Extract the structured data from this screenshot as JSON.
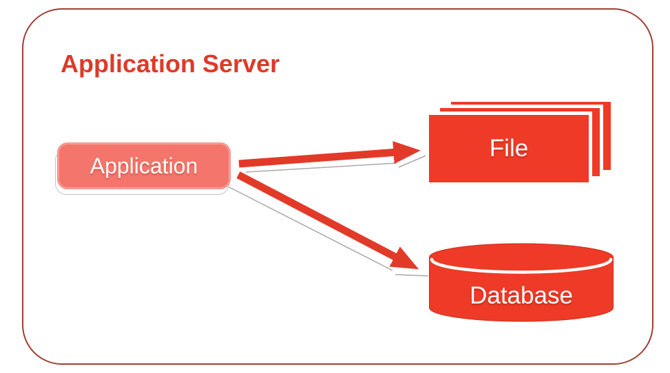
{
  "slide": {
    "title": "Application Server"
  },
  "diagram": {
    "application": {
      "label": "Application"
    },
    "file": {
      "label": "File"
    },
    "database": {
      "label": "Database"
    },
    "connections": [
      {
        "from": "application",
        "to": "file",
        "style": "thick-red-arrow"
      },
      {
        "from": "application",
        "to": "database",
        "style": "thick-red-arrow"
      }
    ]
  },
  "colors": {
    "node-red": "#ee3a26",
    "arrow-red": "#e23a28",
    "salmon": "#f4756b",
    "frame-border": "#a13c32",
    "title-red": "#dd3a2a"
  }
}
